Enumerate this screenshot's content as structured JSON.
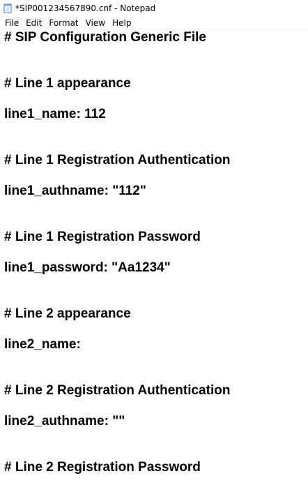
{
  "window": {
    "title": "*SIP001234567890.cnf - Notepad",
    "icon": "notepad-icon"
  },
  "menu": {
    "items": [
      "File",
      "Edit",
      "Format",
      "View",
      "Help"
    ]
  },
  "document": {
    "lines": [
      "# SIP Configuration Generic File",
      "# Line 1 appearance",
      "line1_name: 112",
      "# Line 1 Registration Authentication",
      "line1_authname: \"112\"",
      "# Line 1 Registration Password",
      "line1_password: \"Aa1234\"",
      "# Line 2 appearance",
      "line2_name:",
      "# Line 2 Registration Authentication",
      "line2_authname: \"\"",
      "# Line 2 Registration Password"
    ]
  }
}
